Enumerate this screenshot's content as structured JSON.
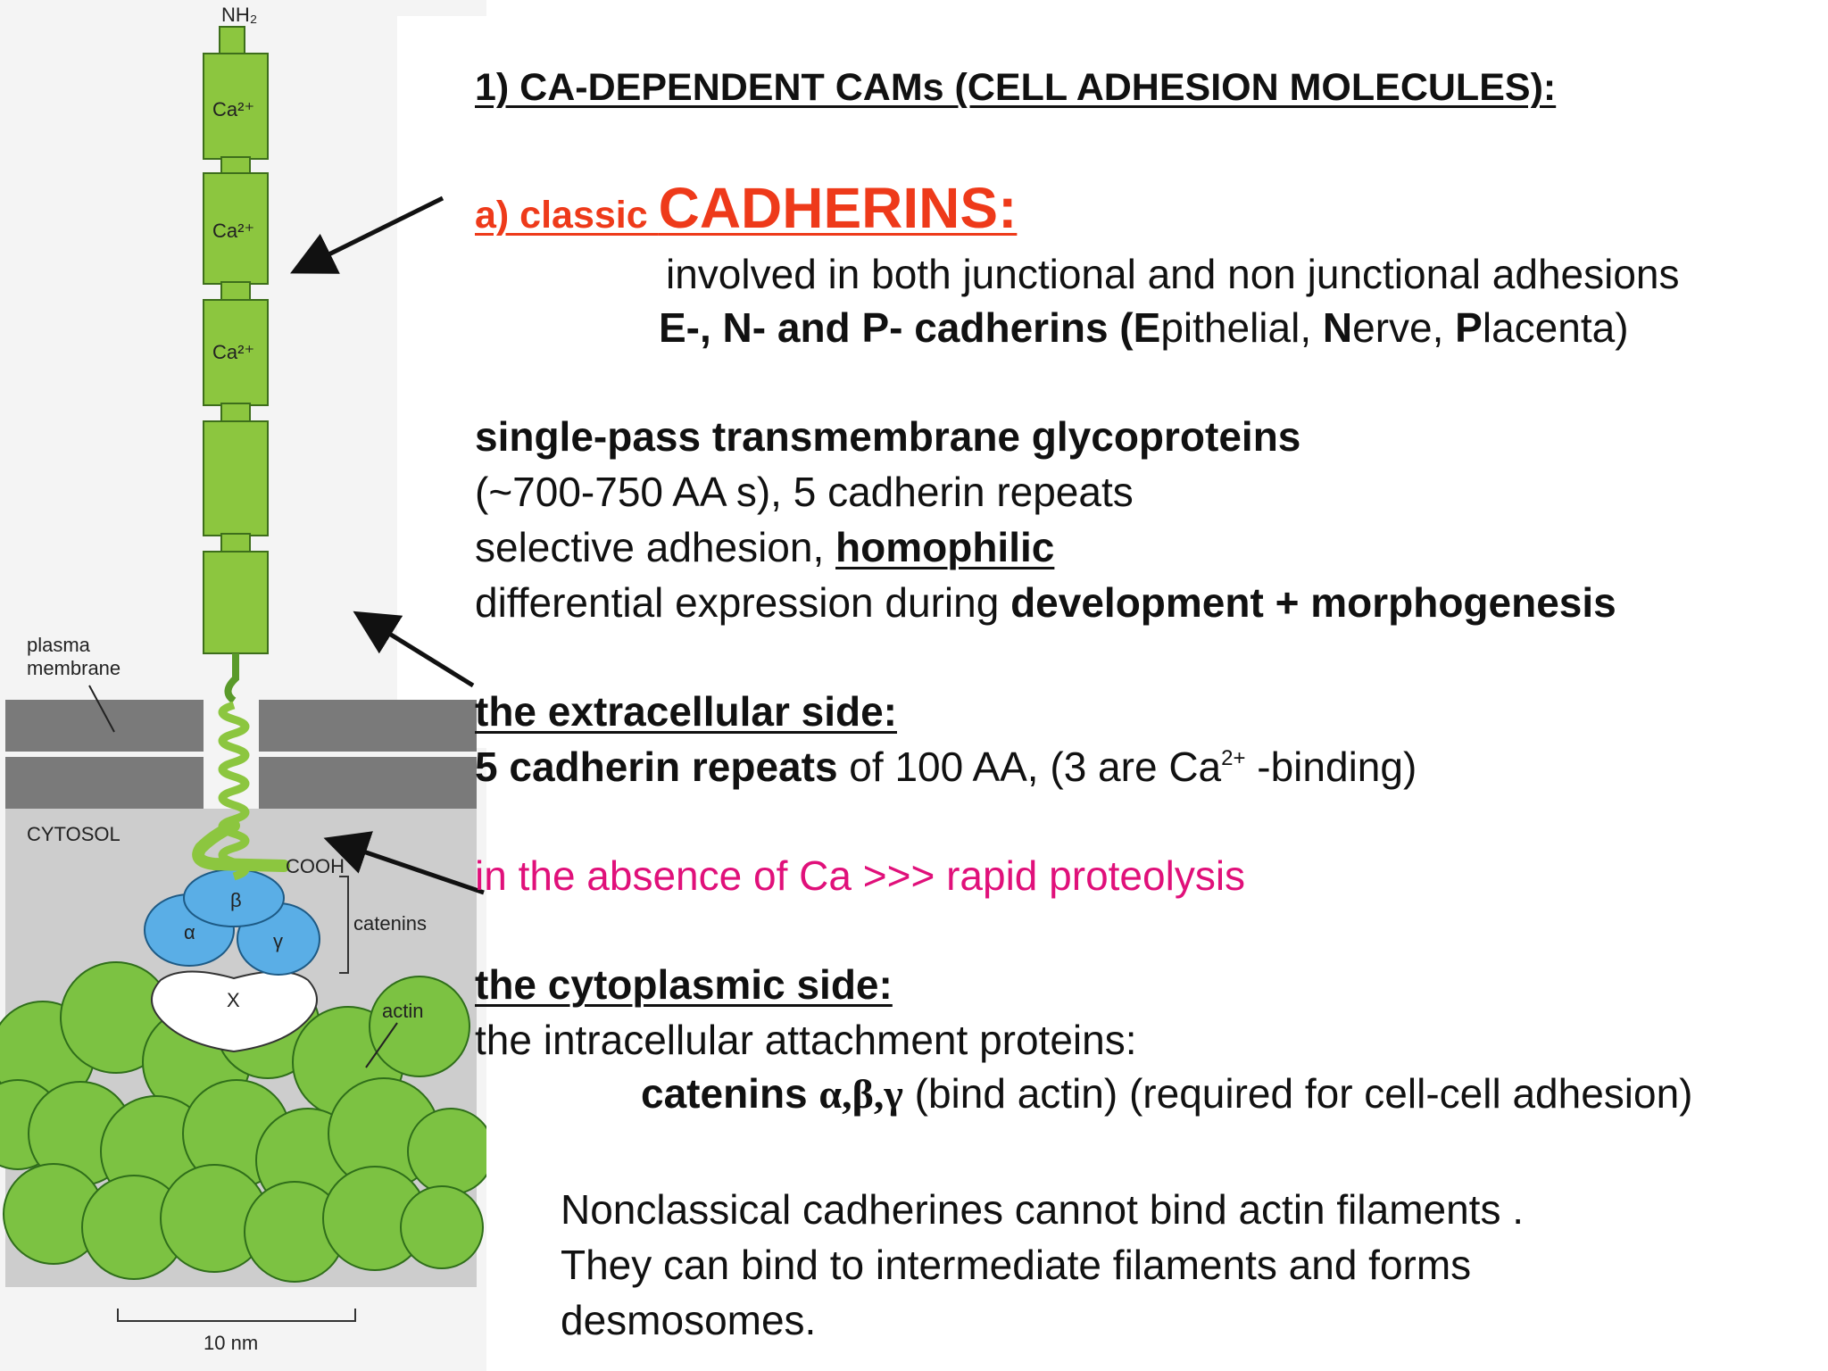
{
  "diagram": {
    "nh2_label": "NH₂",
    "ca_label": "Ca²⁺",
    "cooh_label": "COOH",
    "plasma_membrane_line1": "plasma",
    "plasma_membrane_line2": "membrane",
    "cytosol_label": "CYTOSOL",
    "catenins_label": "catenins",
    "beta_label": "β",
    "alpha_label": "α",
    "gamma_label": "γ",
    "x_label": "X",
    "actin_label": "actin",
    "scale_label": "10 nm"
  },
  "text": {
    "heading": "1)  CA-DEPENDENT CAMs  (CELL ADHESION MOLECULES):",
    "subheading_small": "a)  classic ",
    "subheading_big": "CADHERINS:",
    "involved": "involved in both junctional and non junctional adhesions",
    "types_bold": "E-, N- and P- cadherins (",
    "types_e": "E",
    "types_e_rest": "pithelial, ",
    "types_n": "N",
    "types_n_rest": "erve, ",
    "types_p": "P",
    "types_p_rest": "lacenta)",
    "single_pass": "single-pass transmembrane glycoproteins",
    "aa_line": "(~700-750 AA s), 5 cadherin repeats",
    "selective_pre": "selective adhesion, ",
    "selective_bold": "homophilic",
    "differential_pre": "differential expression during ",
    "differential_bold": "development + morphogenesis",
    "extracellular_heading": "the extracellular side: ",
    "repeats_bold": "5 cadherin repeats",
    "repeats_rest": " of 100 AA,    (3 are Ca",
    "repeats_sup": "2+",
    "repeats_end": " -binding)",
    "absence": "in the absence of Ca >>> rapid proteolysis",
    "cytoplasmic_heading": "the cytoplasmic side:",
    "intracellular": "the intracellular attachment proteins:",
    "catenins_bold": "catenins ",
    "catenins_greek": "α,β,γ",
    "catenins_rest": " (bind actin) (required for cell-cell adhesion)",
    "nonclassical_1": "Nonclassical cadherines cannot bind actin filaments .",
    "nonclassical_2": "They can bind to intermediate filaments and forms",
    "nonclassical_3": "desmosomes."
  },
  "colors": {
    "protein_green": "#8cc63f",
    "actin_green": "#7cc242",
    "catenin_blue": "#5aaee6",
    "membrane_gray": "#7a7a7a",
    "cytosol_gray": "#cfcfcf",
    "heading_red": "#ee3a1a",
    "proteolysis_pink": "#e0107a"
  }
}
